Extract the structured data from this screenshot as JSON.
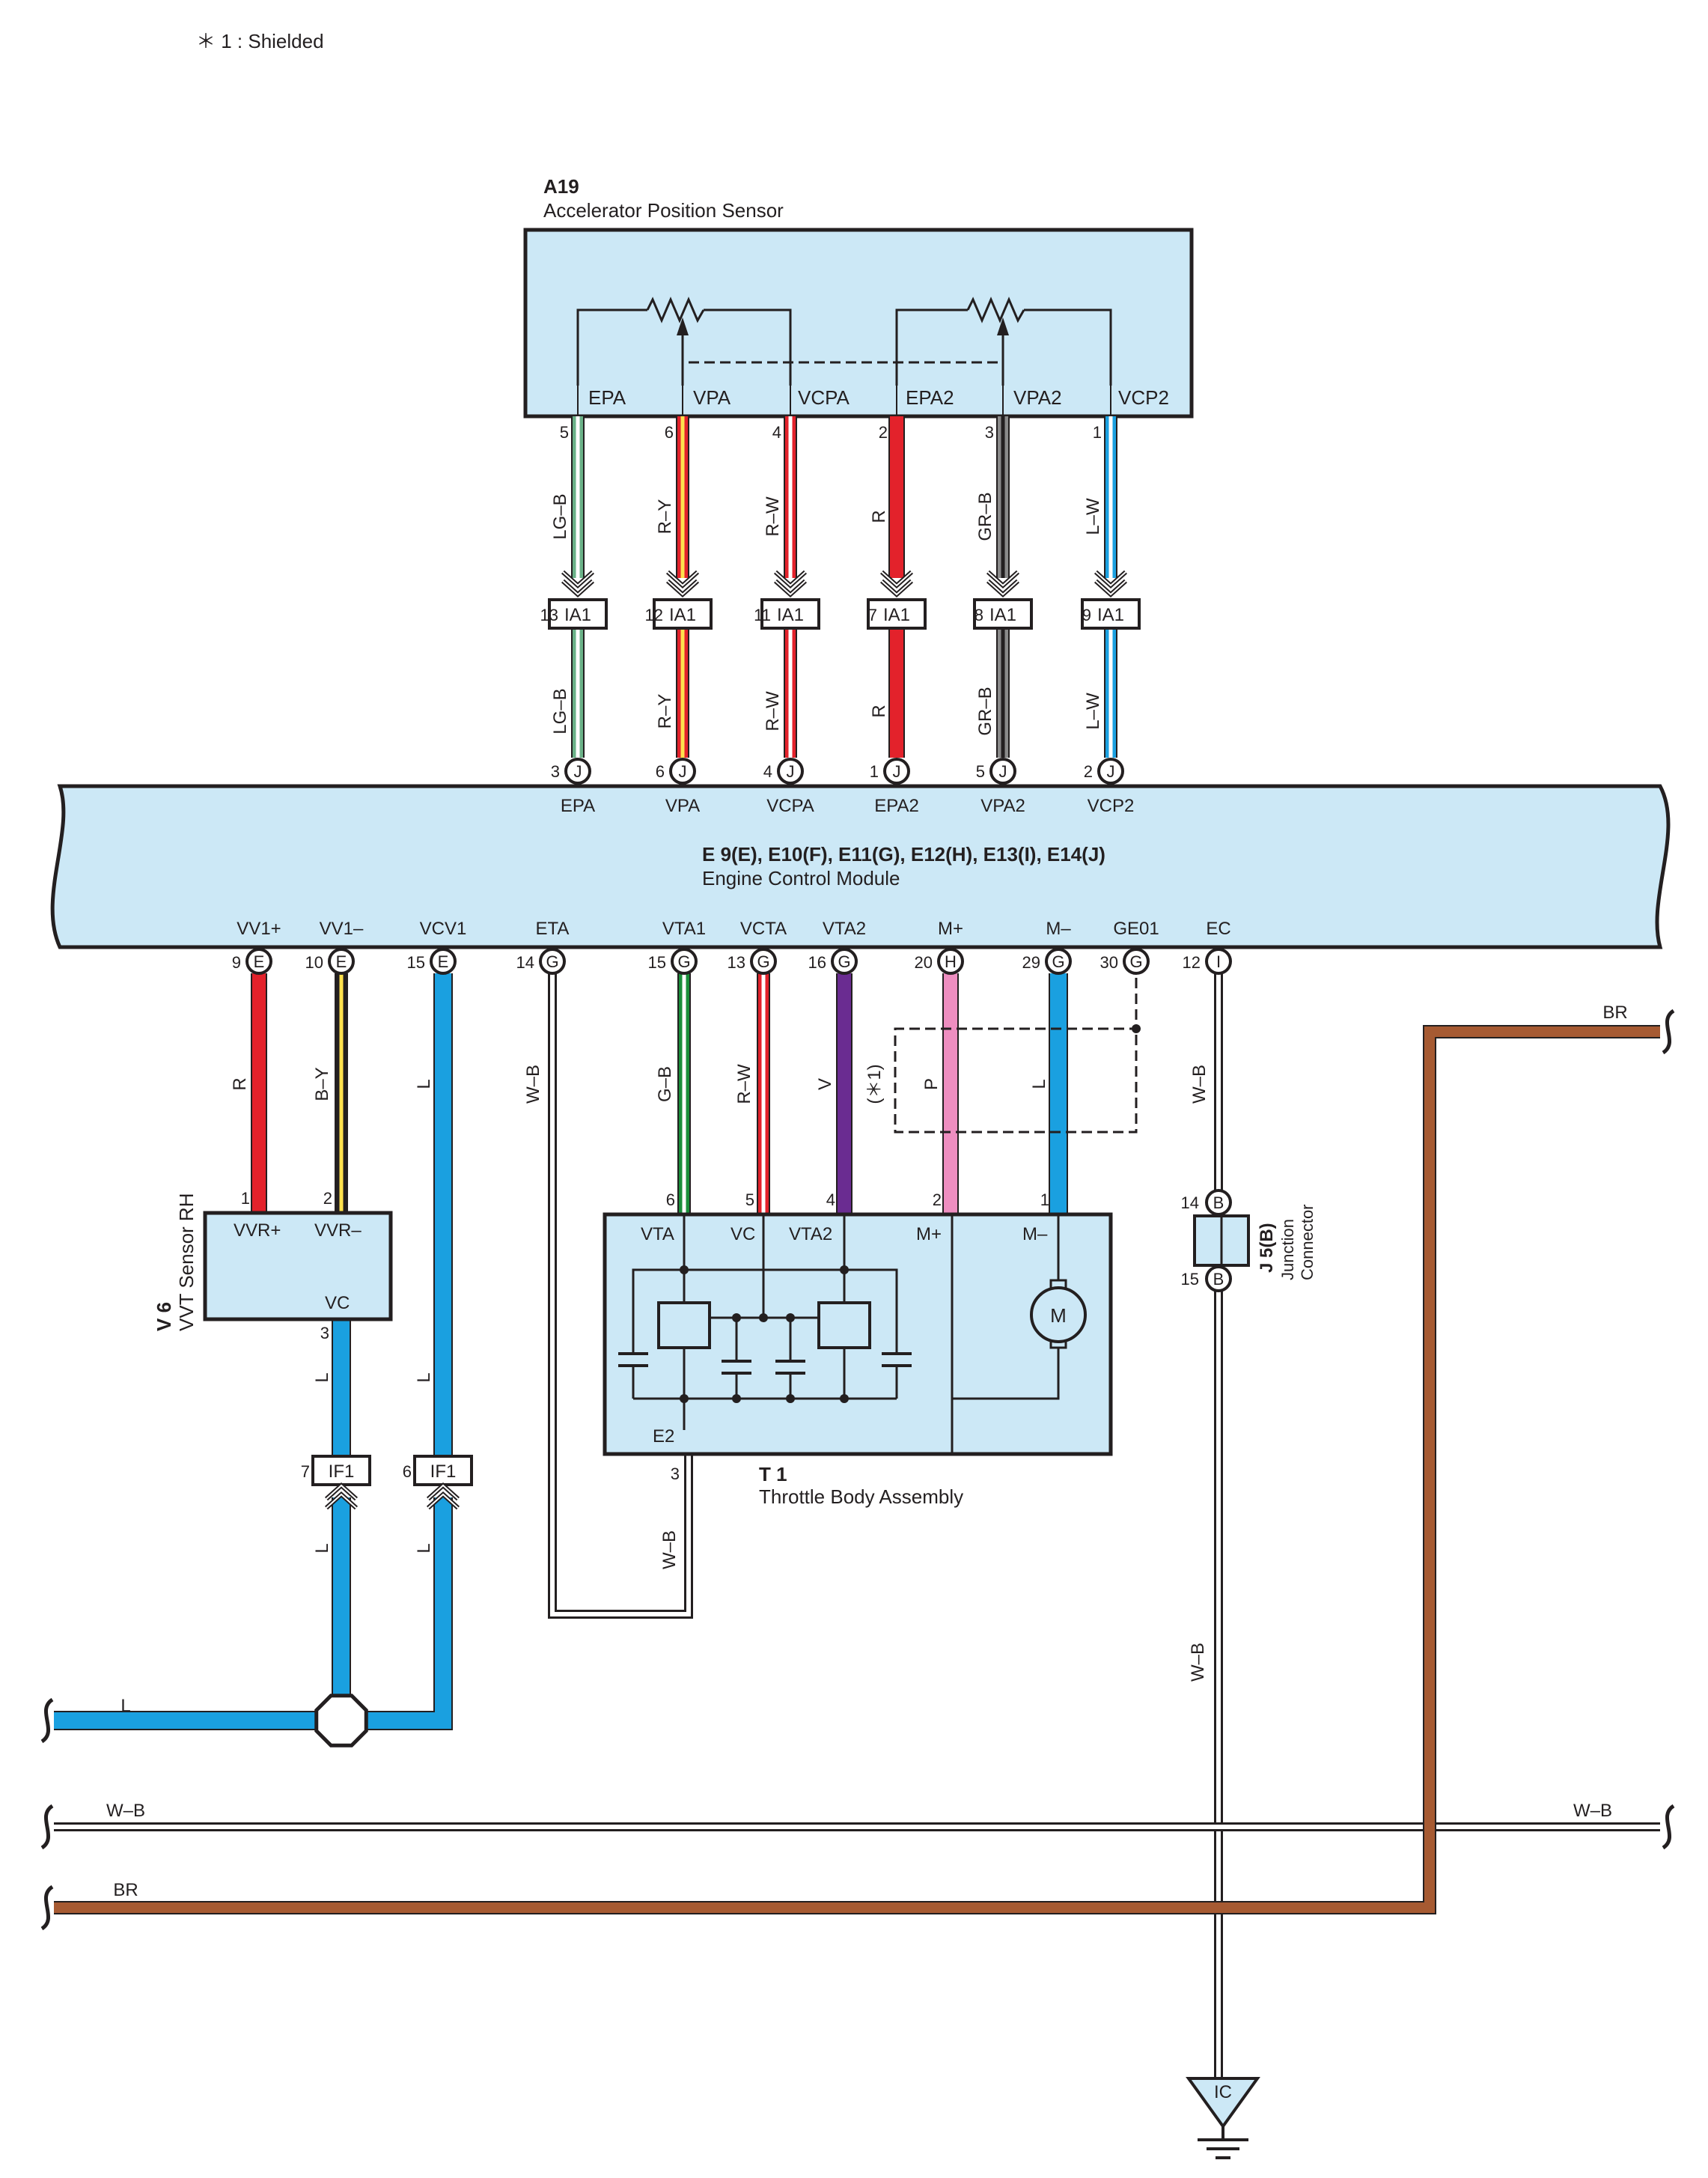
{
  "footnote": "＊ 1 : Shielded",
  "colors": {
    "component_fill": "#cce8f6",
    "outline": "#231f20",
    "LG-B_main": "#6ab187",
    "LG-B_stripe": "#ffffff",
    "R-Y_main": "#e3222b",
    "R-Y_stripe": "#ffe14d",
    "R-W_main": "#e3222b",
    "R-W_stripe": "#ffffff",
    "R": "#e3222b",
    "GR-B_main": "#8a8a8a",
    "GR-B_stripe": "#231f20",
    "L-W_main": "#1aa0e0",
    "L-W_stripe": "#ffffff",
    "L": "#1aa0e0",
    "B-Y_main": "#231f20",
    "B-Y_stripe": "#ffe14d",
    "G-B_main": "#1a8f3a",
    "G-B_stripe": "#ffffff",
    "V": "#6a2c91",
    "P": "#ee8ec0",
    "BR": "#a65a32",
    "W-B": "#231f20"
  },
  "a19": {
    "code": "A19",
    "name": "Accelerator Position Sensor",
    "terminals": [
      "EPA",
      "VPA",
      "VCPA",
      "EPA2",
      "VPA2",
      "VCP2"
    ],
    "pins": [
      "5",
      "6",
      "4",
      "2",
      "3",
      "1"
    ],
    "wire_colors": [
      "LG–B",
      "R–Y",
      "R–W",
      "R",
      "GR–B",
      "L–W"
    ]
  },
  "ia1": {
    "label": "IA1",
    "pins": [
      "13",
      "12",
      "11",
      "7",
      "8",
      "9"
    ]
  },
  "ecm": {
    "code": "E 9(E), E10(F), E11(G), E12(H), E13(I), E14(J)",
    "name": "Engine Control Module",
    "top_terminals": [
      "EPA",
      "VPA",
      "VCPA",
      "EPA2",
      "VPA2",
      "VCP2"
    ],
    "top_pins": [
      "3",
      "6",
      "4",
      "1",
      "5",
      "2"
    ],
    "top_connector": "J",
    "bottom_terminals": [
      "VV1+",
      "VV1–",
      "VCV1",
      "ETA",
      "VTA1",
      "VCTA",
      "VTA2",
      "M+",
      "M–",
      "GE01",
      "EC"
    ],
    "bottom_pins": [
      "9",
      "10",
      "15",
      "14",
      "15",
      "13",
      "16",
      "20",
      "29",
      "30",
      "12"
    ],
    "bottom_connectors": [
      "E",
      "E",
      "E",
      "G",
      "G",
      "G",
      "G",
      "H",
      "G",
      "G",
      "I"
    ]
  },
  "lower_wire_colors": {
    "vv1p": "R",
    "vv1m": "B–Y",
    "vcv1": "L",
    "eta": "W–B",
    "vta1": "G–B",
    "vcta": "R–W",
    "vta2": "V",
    "shield_note": "(＊1)",
    "mp": "P",
    "mm": "L",
    "ec": "W–B"
  },
  "v6": {
    "code": "V 6",
    "name": "VVT Sensor RH",
    "terminals": [
      "VVR+",
      "VVR–",
      "VC"
    ],
    "pins": [
      "1",
      "2",
      "3"
    ],
    "wire_below": "L"
  },
  "if1": {
    "label": "IF1",
    "pins": [
      "7",
      "6"
    ],
    "wire_colors": [
      "L",
      "L"
    ],
    "below_wire_colors": [
      "L",
      "L"
    ]
  },
  "t1": {
    "code": "T 1",
    "name": "Throttle Body Assembly",
    "terminals": [
      "VTA",
      "VC",
      "VTA2",
      "M+",
      "M–",
      "E2"
    ],
    "pins": [
      "6",
      "5",
      "4",
      "2",
      "1",
      "3"
    ],
    "e2_wire": "W–B",
    "motor_label": "M"
  },
  "j5": {
    "code": "J 5(B)",
    "name_line1": "Junction",
    "name_line2": "Connector",
    "pins": [
      "14",
      "15"
    ],
    "connector": "B",
    "wire_below": "W–B"
  },
  "ground": {
    "label": "IC"
  },
  "buses": {
    "l_left": "L",
    "wb_left": "W–B",
    "wb_right": "W–B",
    "br_left": "BR",
    "br_right": "BR"
  }
}
